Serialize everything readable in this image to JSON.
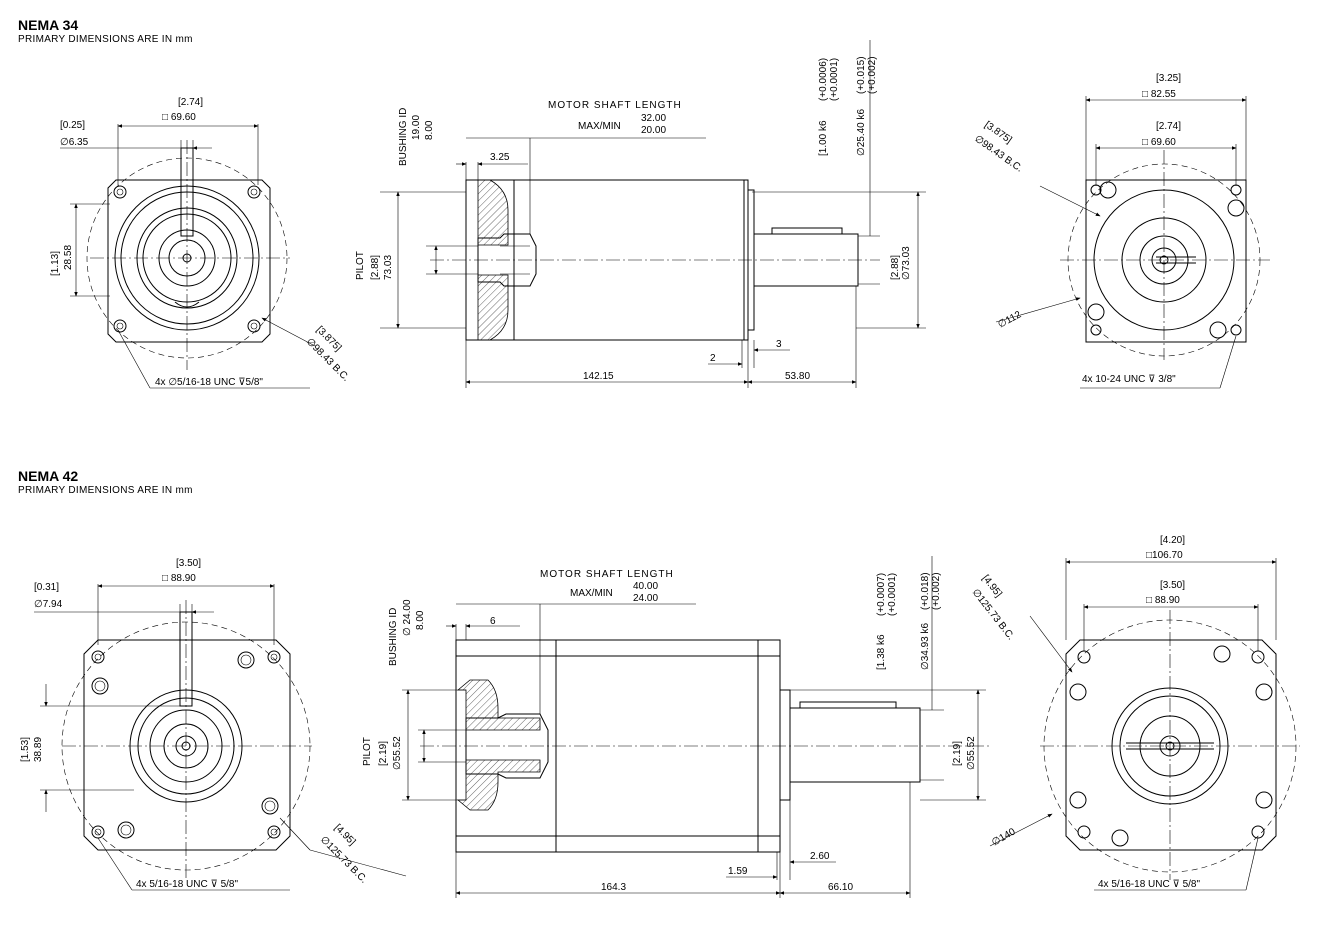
{
  "nema34": {
    "title": "NEMA 34",
    "subtitle": "PRIMARY DIMENSIONS ARE IN mm",
    "front": {
      "flange_in": "[2.74]",
      "flange_mm": "□ 69.60",
      "shaft_in": "[0.25]",
      "shaft_mm": "∅6.35",
      "key_in": "[1.13]",
      "key_mm": "28.58",
      "bc_in": "[3.875]",
      "bc_mm": "∅98.43 B.C.",
      "holes": "4x  ∅5/16-18 UNC  ⊽5/8\""
    },
    "side": {
      "bushing_label": "BUSHING ID",
      "bushing_max": "19.00",
      "bushing_min": "8.00",
      "shaft_length_label": "MOTOR SHAFT LENGTH",
      "maxmin_label": "MAX/MIN",
      "shaft_max": "32.00",
      "shaft_min": "20.00",
      "recess": "3.25",
      "pilot_label": "PILOT",
      "pilot_in": "[2.88]",
      "pilot_mm": "73.03",
      "pilot_right": "[2.88]\n∅73.03",
      "out_shaft_in": "[1.00 k6",
      "out_shaft_in_tol": "(+0.0006)\n(+0.0001)",
      "out_shaft_mm": "∅25.40 k6",
      "out_shaft_mm_tol": "(+0.015)\n(+0.002)",
      "gap1": "2",
      "gap2": "3",
      "body_len": "142.15",
      "shaft_len": "53.80"
    },
    "rear": {
      "outer_in": "[3.25]",
      "outer_mm": "□ 82.55",
      "flange_in": "[2.74]",
      "flange_mm": "□ 69.60",
      "bc_in": "[3.875]",
      "bc_mm": "∅98.43 B.C.",
      "dia": "∅112",
      "holes": "4x  10-24 UNC  ⊽ 3/8\""
    }
  },
  "nema42": {
    "title": "NEMA 42",
    "subtitle": "PRIMARY DIMENSIONS ARE IN mm",
    "front": {
      "flange_in": "[3.50]",
      "flange_mm": "□ 88.90",
      "shaft_in": "[0.31]",
      "shaft_mm": "∅7.94",
      "key_in": "[1.53]",
      "key_mm": "38.89",
      "bc_in": "[4.95]",
      "bc_mm": "∅125.73 B.C.",
      "holes": "4x  5/16-18 UNC   ⊽ 5/8\""
    },
    "side": {
      "bushing_label": "BUSHING ID",
      "bushing_max": "∅ 24.00",
      "bushing_min": "8.00",
      "shaft_length_label": "MOTOR SHAFT LENGTH",
      "maxmin_label": "MAX/MIN",
      "shaft_max": "40.00",
      "shaft_min": "24.00",
      "recess": "6",
      "pilot_label": "PILOT",
      "pilot_in": "[2.19]",
      "pilot_mm": "∅55.52",
      "pilot_right_in": "[2.19]",
      "pilot_right_mm": "∅55.52",
      "out_shaft_in": "[1.38 k6",
      "out_shaft_in_tol": "(+0.0007)\n(+0.0001)",
      "out_shaft_mm": "∅34.93 k6",
      "out_shaft_mm_tol": "(+0.018)\n(+0.002)",
      "gap1": "1.59",
      "gap2": "2.60",
      "body_len": "164.3",
      "shaft_len": "66.10"
    },
    "rear": {
      "outer_in": "[4.20]",
      "outer_mm": "□106.70",
      "flange_in": "[3.50]",
      "flange_mm": "□ 88.90",
      "bc_in": "[4.95]",
      "bc_mm": "∅125.73 B.C.",
      "dia": "∅140",
      "holes": "4x  5/16-18 UNC   ⊽ 5/8\""
    }
  }
}
